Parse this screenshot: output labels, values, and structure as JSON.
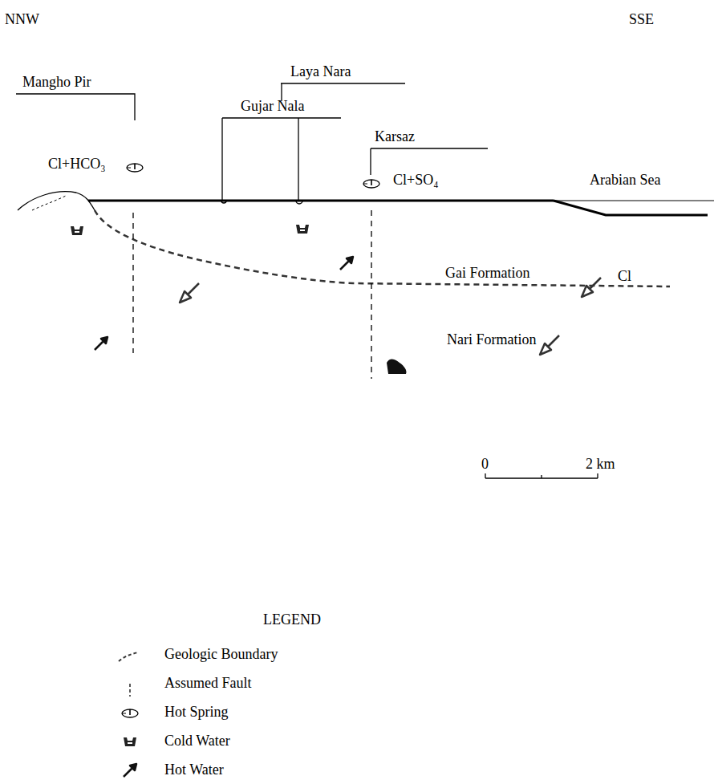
{
  "diagram": {
    "labels": [
      "NNW",
      "SSE",
      "Mangho Pir",
      "Laya Nara",
      "Gujar Nala",
      "Karsaz",
      "Cl+HCO₃",
      "Cl+SO₄",
      "Arabian Sea",
      "Gai Formation",
      "Cl",
      "Nari Formation",
      "0",
      "2 km",
      "LEGEND"
    ],
    "legend": [
      {
        "text": "Geologic Boundary"
      },
      {
        "text": "Assumed Fault"
      },
      {
        "text": "Hot Spring"
      },
      {
        "text": "Cold Water"
      },
      {
        "text": "Hot Water"
      }
    ]
  }
}
